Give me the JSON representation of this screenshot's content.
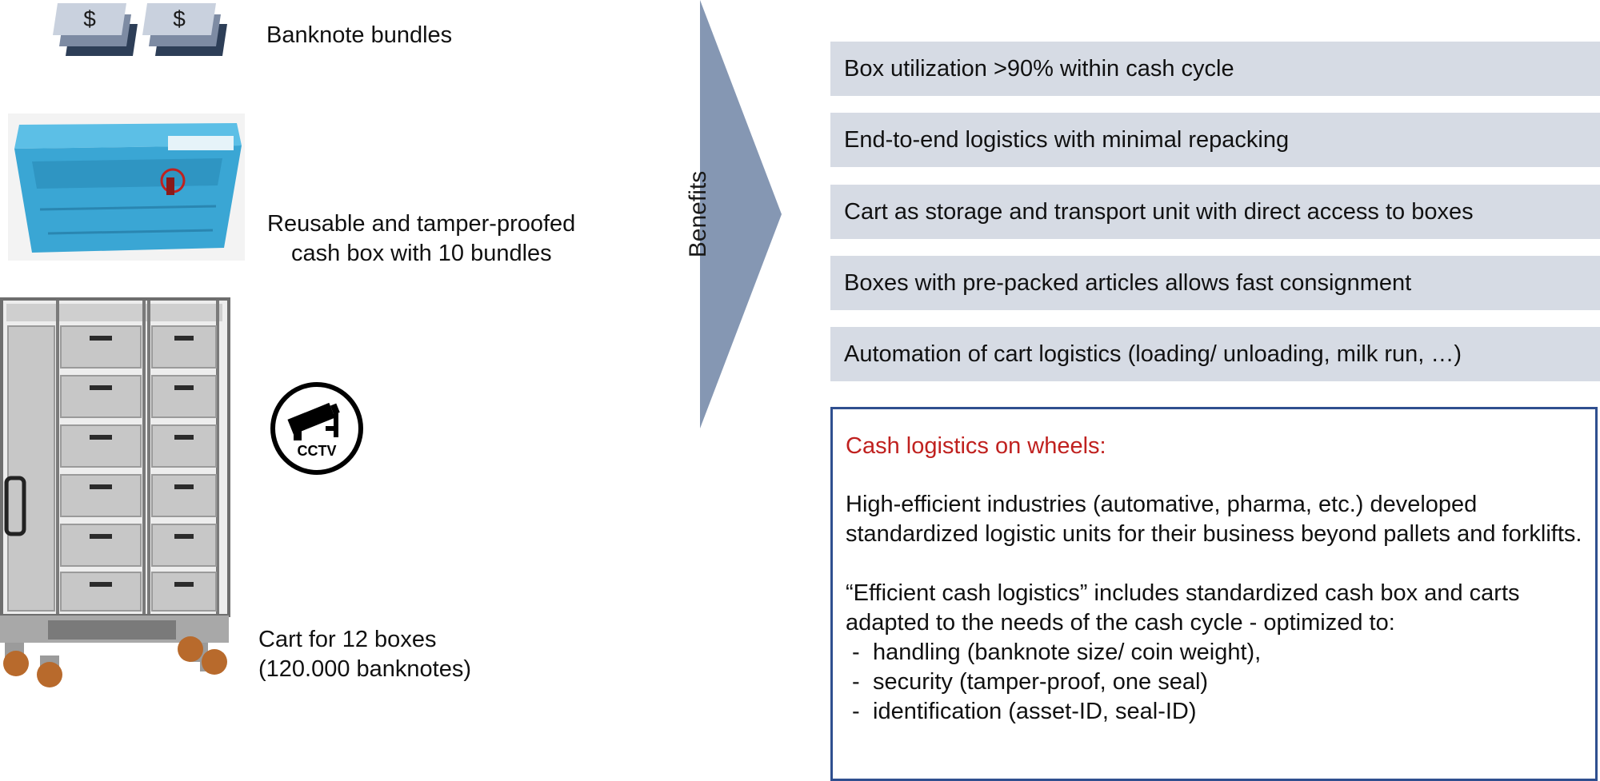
{
  "left_items": [
    {
      "caption": "Banknote bundles",
      "icon": "banknote-bundles-icon"
    },
    {
      "caption_lines": [
        "Reusable and tamper-proofed",
        "cash box with 10 bundles"
      ],
      "icon": "cash-box-image"
    },
    {
      "caption_lines": [
        "Cart for 12 boxes",
        "(120.000 banknotes)"
      ],
      "icon": "cart-image"
    }
  ],
  "banknote_symbol": "$",
  "cctv_label": "CCTV",
  "benefits_label": "Benefits",
  "benefits": [
    "Box utilization >90% within cash cycle",
    "End-to-end logistics with minimal repacking",
    "Cart as storage and transport unit with direct access to boxes",
    "Boxes with pre-packed articles allows fast consignment",
    "Automation of cart logistics (loading/ unloading, milk run, …)"
  ],
  "info": {
    "title": "Cash logistics on wheels:",
    "paragraph1": "High-efficient industries (automative, pharma, etc.) developed standardized logistic units for their business beyond pallets and forklifts.",
    "paragraph2": "“Efficient cash logistics” includes standardized cash box and carts adapted to the needs of the cash cycle  - optimized to:",
    "list": [
      "handling (banknote size/ coin weight),",
      "security (tamper-proof, one seal)",
      "identification (asset-ID, seal-ID)"
    ]
  },
  "colors": {
    "benefit_fill": "#d6dbe4",
    "arrow_fill": "#8597b3",
    "box_border": "#2f4f8f",
    "title_red": "#c0211f",
    "cash_box_blue": "#3aa6d4"
  }
}
